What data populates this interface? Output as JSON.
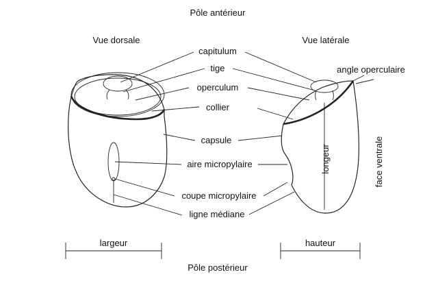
{
  "poles": {
    "anterior": "Pôle antérieur",
    "posterior": "Pôle postérieur"
  },
  "views": {
    "dorsal": "Vue dorsale",
    "lateral": "Vue latérale"
  },
  "labels": {
    "capitulum": "capitulum",
    "tige": "tige",
    "operculum": "operculum",
    "collier": "collier",
    "capsule": "capsule",
    "aire_micropylaire": "aire micropylaire",
    "coupe_micropylaire": "coupe micropylaire",
    "ligne_mediane": "ligne médiane",
    "angle_operculaire": "angle operculaire",
    "longeur": "longeur",
    "face_ventrale": "face ventrale"
  },
  "dimensions": {
    "largeur": "largeur",
    "hauteur": "hauteur"
  }
}
